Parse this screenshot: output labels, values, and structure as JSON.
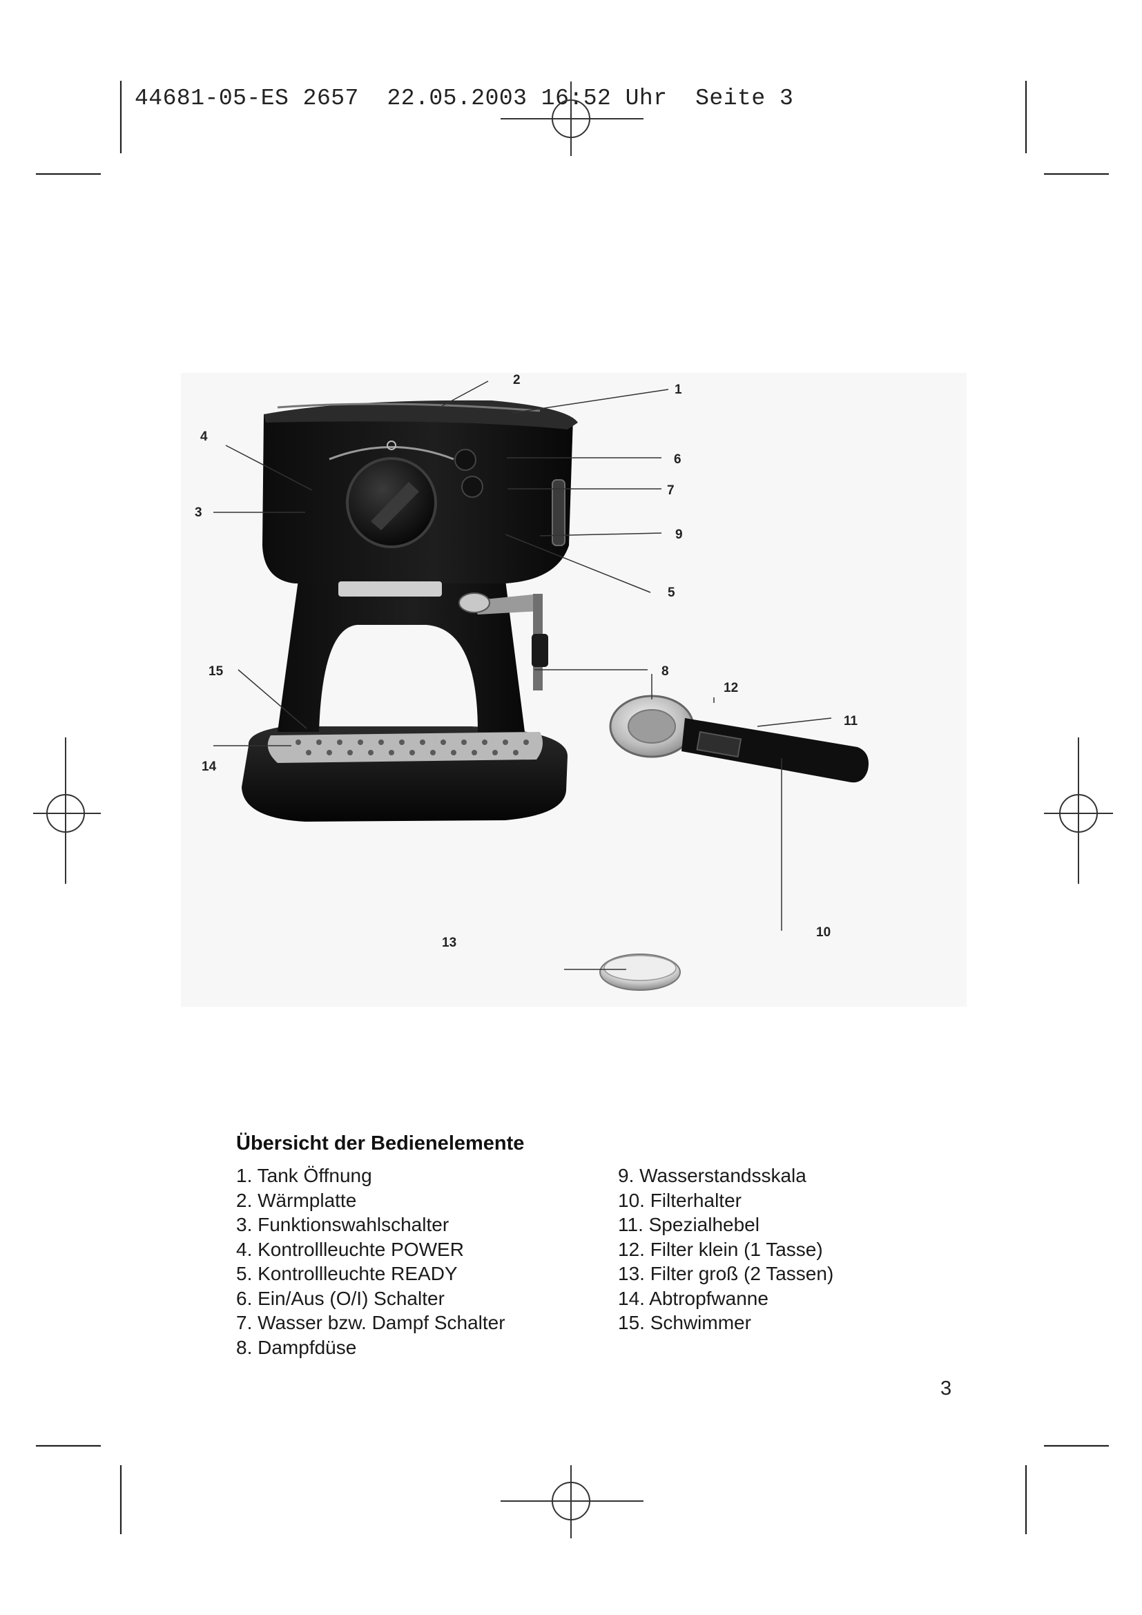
{
  "print_header": "44681-05-ES 2657  22.05.2003 16:52 Uhr  Seite 3",
  "figure": {
    "callouts": [
      "1",
      "2",
      "3",
      "4",
      "5",
      "6",
      "7",
      "8",
      "9",
      "10",
      "11",
      "12",
      "13",
      "14",
      "15"
    ]
  },
  "overview": {
    "title": "Übersicht der Bedienelemente",
    "left_items": [
      "1. Tank Öffnung",
      "2. Wärmplatte",
      "3. Funktionswahlschalter",
      "4. Kontrollleuchte POWER",
      "5. Kontrollleuchte READY",
      "6. Ein/Aus (O/I) Schalter",
      "7. Wasser bzw. Dampf Schalter",
      "8. Dampfdüse"
    ],
    "right_items": [
      "9. Wasserstandsskala",
      "10. Filterhalter",
      "11. Spezialhebel",
      "12. Filter klein (1 Tasse)",
      "13. Filter groß (2 Tassen)",
      "14. Abtropfwanne",
      "15. Schwimmer"
    ]
  },
  "page_number": "3"
}
